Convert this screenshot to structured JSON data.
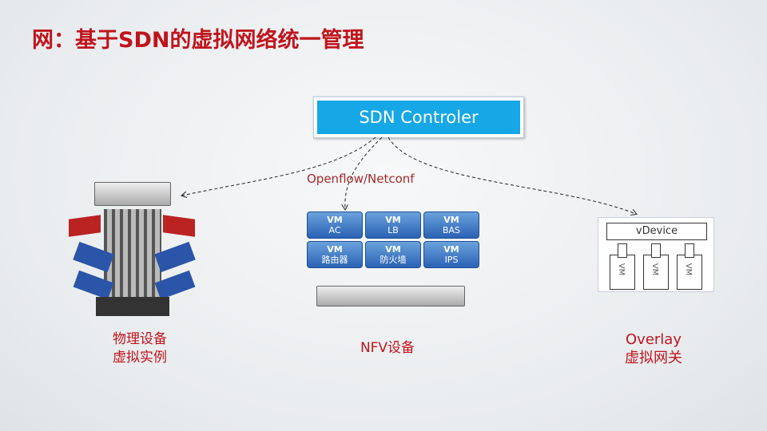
{
  "title": "网：基于SDN的虚拟网络统一管理",
  "controller": "SDN Controler",
  "protocol": "Openflow/Netconf",
  "vms": [
    {
      "top": "VM",
      "label": "AC"
    },
    {
      "top": "VM",
      "label": "LB"
    },
    {
      "top": "VM",
      "label": "BAS"
    },
    {
      "top": "VM",
      "label": "路由器"
    },
    {
      "top": "VM",
      "label": "防火墙"
    },
    {
      "top": "VM",
      "label": "IPS"
    }
  ],
  "vdevice": {
    "label": "vDevice",
    "vms": [
      "VM",
      "VM",
      "VM"
    ]
  },
  "captions": {
    "left": [
      "物理设备",
      "虚拟实例"
    ],
    "center": [
      "NFV设备"
    ],
    "right": [
      "Overlay",
      "虚拟网关"
    ]
  }
}
